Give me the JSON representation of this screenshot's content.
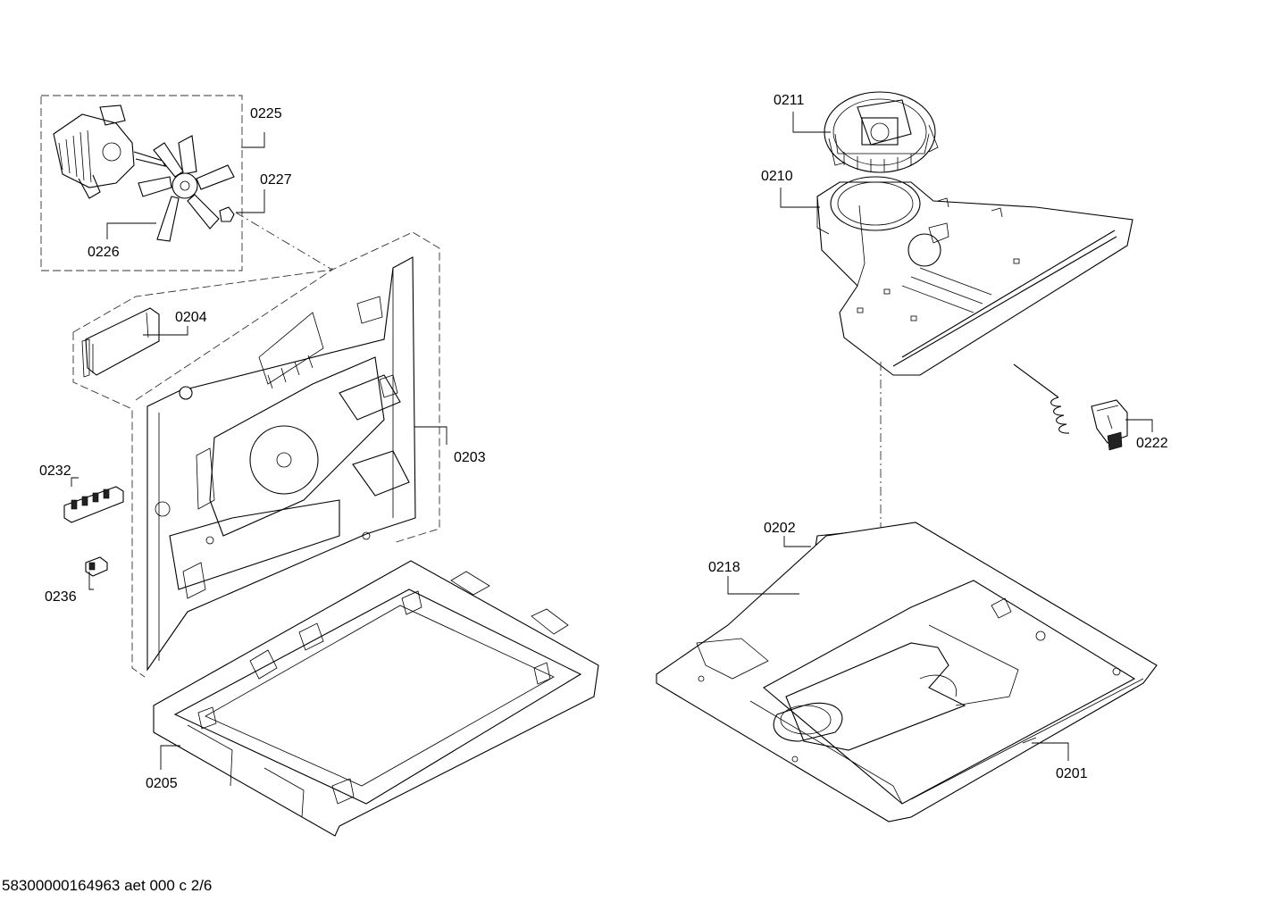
{
  "document_ref": "58300000164963 aet 000 c 2/6",
  "parts": {
    "p0225": "0225",
    "p0227": "0227",
    "p0226": "0226",
    "p0204": "0204",
    "p0203": "0203",
    "p0232": "0232",
    "p0236": "0236",
    "p0205": "0205",
    "p0211": "0211",
    "p0210": "0210",
    "p0222": "0222",
    "p0202": "0202",
    "p0218": "0218",
    "p0201": "0201"
  }
}
